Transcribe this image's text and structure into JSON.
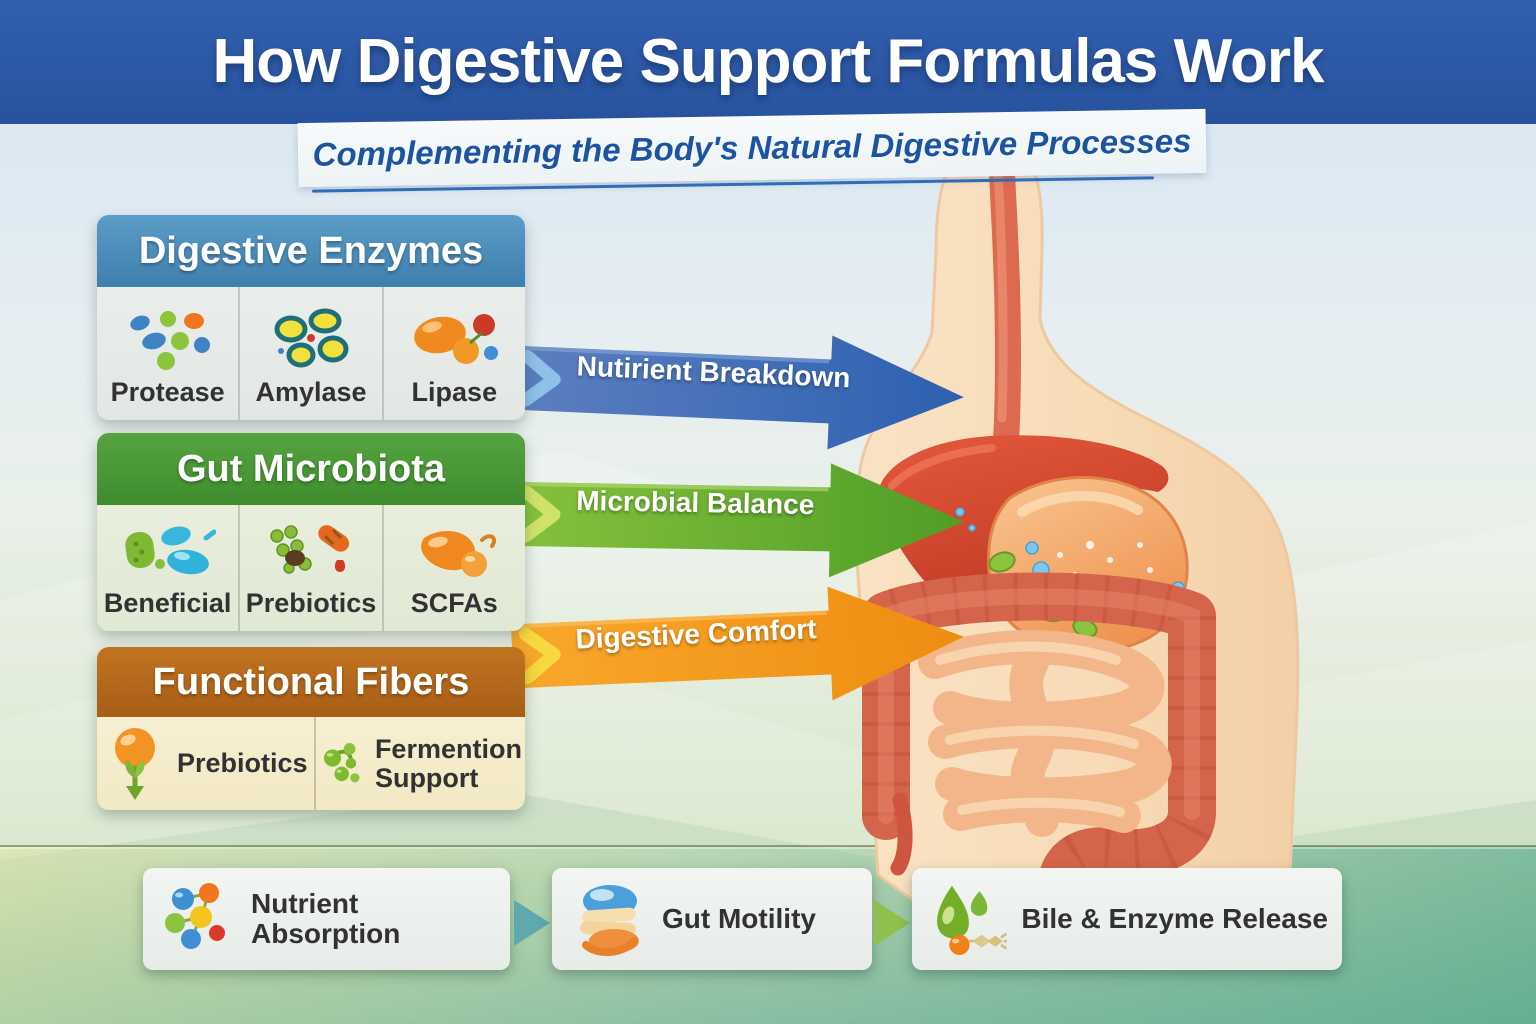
{
  "header": {
    "title": "How Digestive Support Formulas Work",
    "subtitle": "Complementing the Body's Natural Digestive Processes"
  },
  "cards": [
    {
      "title": "Digestive Enzymes",
      "header_color": "#4484b4",
      "items": [
        {
          "label": "Protease",
          "icon": "protease-icon"
        },
        {
          "label": "Amylase",
          "icon": "amylase-icon"
        },
        {
          "label": "Lipase",
          "icon": "lipase-icon"
        }
      ]
    },
    {
      "title": "Gut Microbiota",
      "header_color": "#4a9c38",
      "items": [
        {
          "label": "Beneficial",
          "icon": "beneficial-bacteria-icon"
        },
        {
          "label": "Prebiotics",
          "icon": "prebiotics-icon"
        },
        {
          "label": "SCFAs",
          "icon": "scfas-icon"
        }
      ]
    },
    {
      "title": "Functional Fibers",
      "header_color": "#b96a22",
      "items": [
        {
          "label": "Prebiotics",
          "icon": "fiber-prebiotics-icon"
        },
        {
          "label": "Fermention Support",
          "icon": "fermentation-support-icon"
        }
      ]
    }
  ],
  "arrows": [
    {
      "label": "Nutirient Breakdown",
      "color": "#2f63b2",
      "icon": "chevron-right-icon"
    },
    {
      "label": "Microbial Balance",
      "color": "#55a32b",
      "icon": "chevron-right-icon"
    },
    {
      "label": "Digestive Comfort",
      "color": "#f4930f",
      "icon": "chevron-right-icon"
    }
  ],
  "bottom_cards": [
    {
      "label": "Nutrient Absorption",
      "icon": "nutrient-absorption-icon"
    },
    {
      "label": "Gut Motility",
      "icon": "gut-motility-icon"
    },
    {
      "label": "Bile & Enzyme Release",
      "icon": "bile-enzyme-icon"
    }
  ],
  "illustration": {
    "name": "human-digestive-system"
  },
  "palette": {
    "banner_blue": "#2b58a8",
    "background_top": "#dce8f2",
    "background_bottom": "#5eaa8d",
    "skin": "#f8ddbd",
    "liver_red": "#d34a30",
    "stomach_orange": "#f3a766",
    "intestine_red": "#d5644c",
    "intestine_peach": "#f3b68a"
  }
}
